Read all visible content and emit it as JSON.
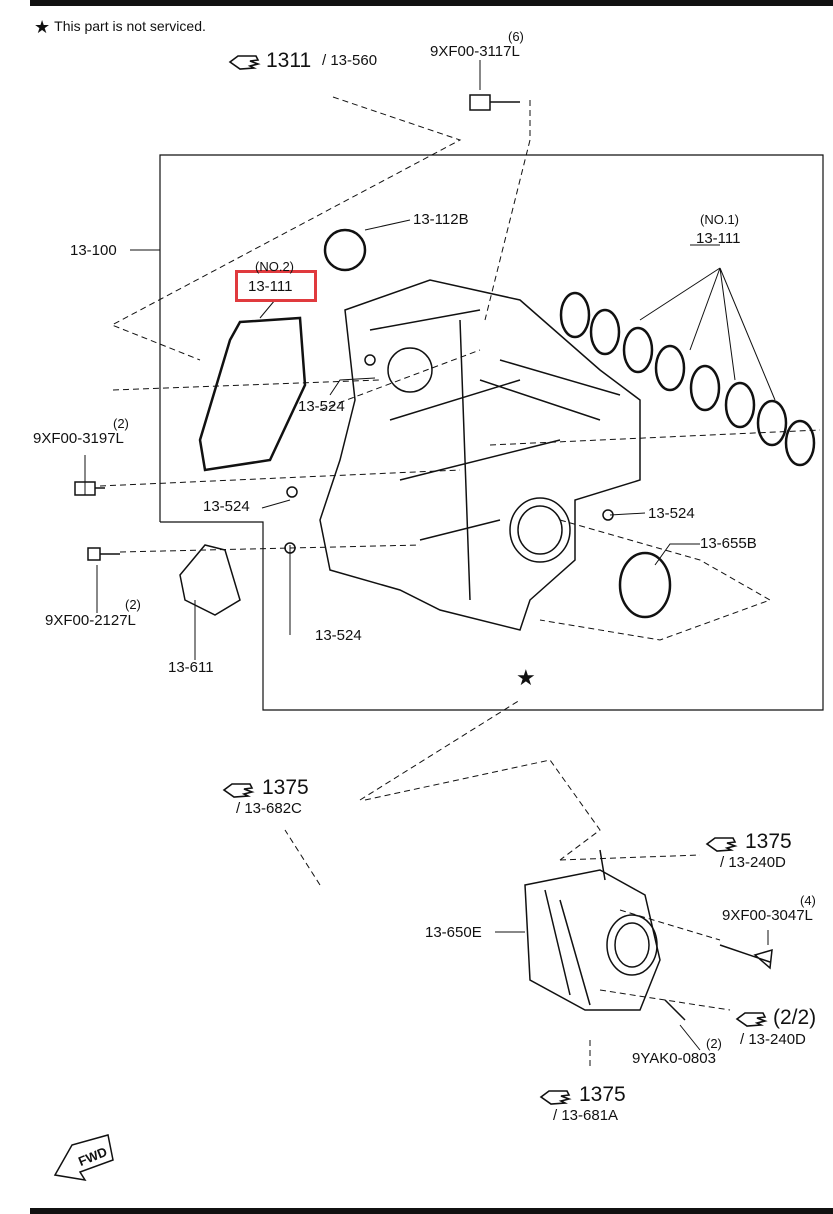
{
  "note": {
    "star": "★",
    "text": "This part is not serviced."
  },
  "highlighted_part": "13-111",
  "parts": [
    {
      "id": "p_9xf00_3117l",
      "qty": "(6)",
      "code": "9XF00-3117L"
    },
    {
      "id": "p_13_112b",
      "code": "13-112B"
    },
    {
      "id": "p_13_100",
      "code": "13-100"
    },
    {
      "id": "p_no2_13_111",
      "qty": "(NO.2)",
      "code": "13-111"
    },
    {
      "id": "p_no1_13_111",
      "qty": "(NO.1)",
      "code": "13-111"
    },
    {
      "id": "p_13_524_a",
      "code": "13-524"
    },
    {
      "id": "p_9xf00_3197l",
      "qty": "(2)",
      "code": "9XF00-3197L"
    },
    {
      "id": "p_13_524_b",
      "code": "13-524"
    },
    {
      "id": "p_13_524_c",
      "code": "13-524"
    },
    {
      "id": "p_13_655b",
      "code": "13-655B"
    },
    {
      "id": "p_9xf00_2127l",
      "qty": "(2)",
      "code": "9XF00-2127L"
    },
    {
      "id": "p_13_524_d",
      "code": "13-524"
    },
    {
      "id": "p_13_611",
      "code": "13-611"
    },
    {
      "id": "p_13_650e",
      "code": "13-650E"
    },
    {
      "id": "p_9xf00_3047l",
      "qty": "(4)",
      "code": "9XF00-3047L"
    },
    {
      "id": "p_9yak0_0803",
      "qty": "(2)",
      "code": "9YAK0-0803"
    }
  ],
  "references": [
    {
      "id": "r_1311",
      "group": "1311",
      "sub": "/ 13-560"
    },
    {
      "id": "r_1375_a",
      "group": "1375",
      "sub": "/ 13-682C"
    },
    {
      "id": "r_1375_b",
      "group": "1375",
      "sub": "/ 13-240D"
    },
    {
      "id": "r_2_2",
      "group": "(2/2)",
      "sub": "/ 13-240D"
    },
    {
      "id": "r_1375_c",
      "group": "1375",
      "sub": "/ 13-681A"
    }
  ],
  "not_serviced_marker": "★",
  "fwd_label": "FWD"
}
